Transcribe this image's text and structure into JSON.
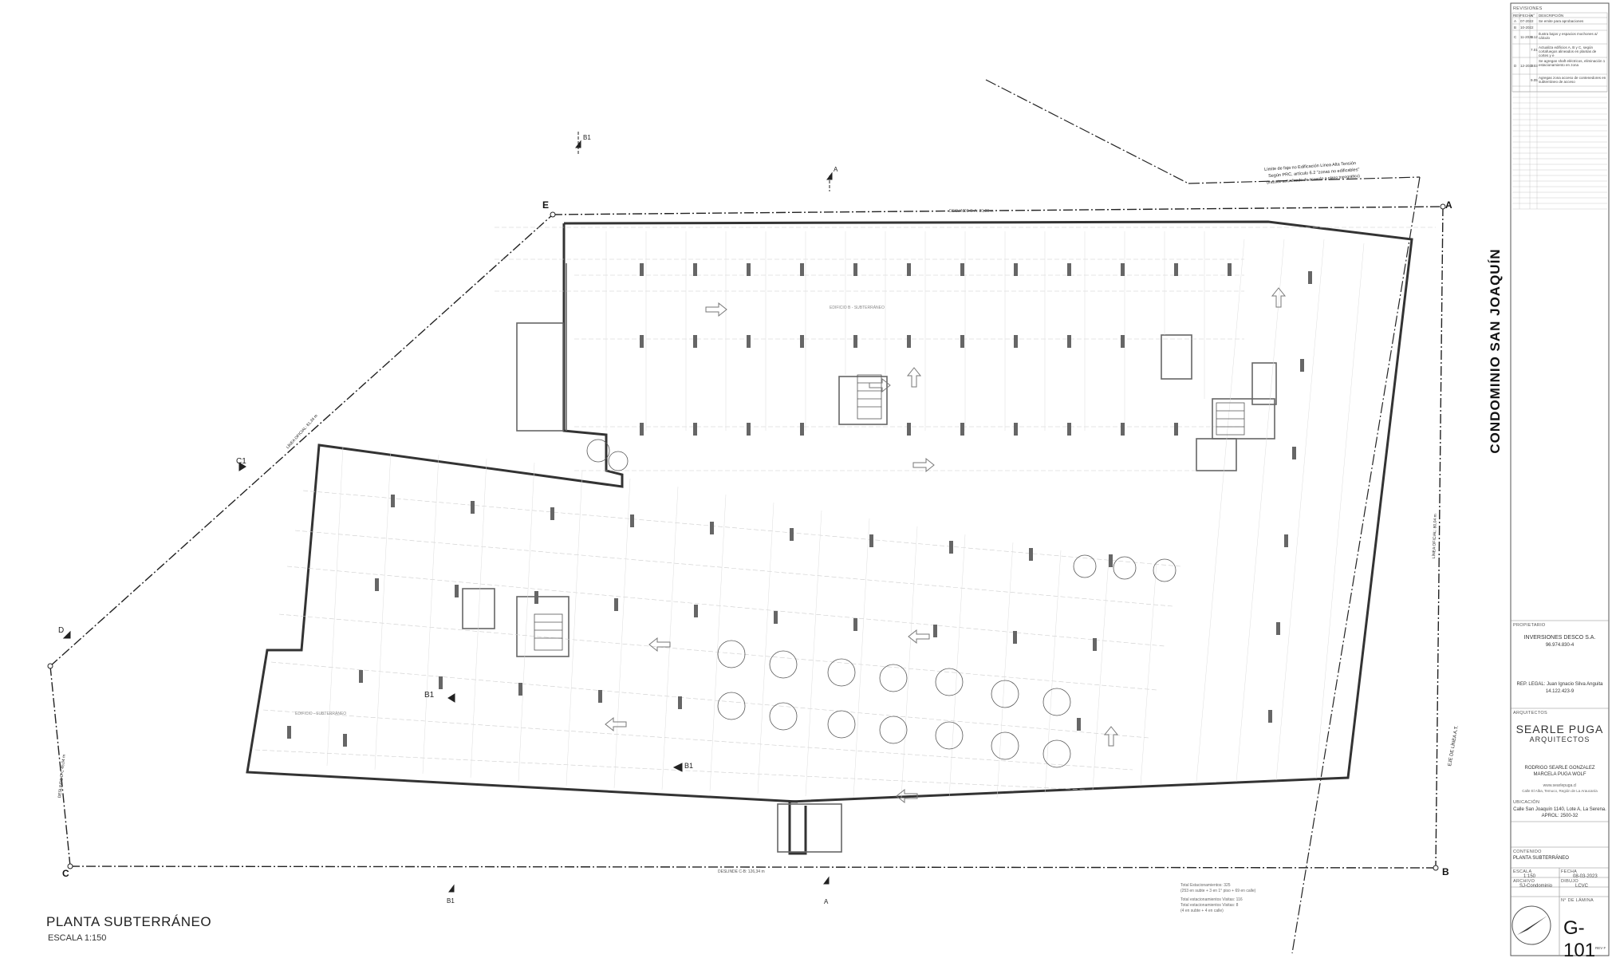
{
  "title_block": {
    "revisions_heading": "REVISIONES",
    "rev_headers": [
      "REV",
      "FECHA",
      "N°",
      "DESCRIPCIÓN"
    ],
    "rev_rows": [
      [
        "A",
        "07-2022",
        "",
        "Se emite para aprobaciones"
      ],
      [
        "B",
        "10-2022",
        "",
        ""
      ],
      [
        "C",
        "11-2022",
        "5.12",
        "Ilustra bajos y espacios mochones a/ cálculo"
      ],
      [
        "D",
        "12-2022",
        "7.01",
        "Actualiza edificios A, B y C, según cortafuegos alineados en plantas de cortes y e"
      ],
      [
        "",
        "",
        "7.03",
        "Se agregan shaft eléctricos, eliminación 1 estacionamiento en zona"
      ],
      [
        "",
        "",
        "9.05",
        "Agregas zona acceso de contenedores en subterráneo de acceso"
      ]
    ],
    "project_name": "CONDOMINIO SAN JOAQUÍN",
    "owner_label": "PROPIETARIO",
    "owner_name": "INVERSIONES DESCO S.A.",
    "owner_rut": "96.974.830-4",
    "legal_rep": "REP. LEGAL: Juan Ignacio Silva Anguita",
    "legal_rep_rut": "14.122.423-9",
    "architects_label": "ARQUITECTOS",
    "firm_name": "SEARLE PUGA",
    "firm_sub": "ARQUITECTOS",
    "architect_1": "RODRIGO SEARLE GONZALEZ",
    "architect_2": "MARCELA PUGA WOLF",
    "web": "www.searlepuga.cl",
    "firm_address": "Calle El Alba, Temuco, Región de La Araucanía",
    "location_label": "UBICACIÓN",
    "location_1": "Calle San Joaquín 1140, Lote A, La Serena.",
    "location_2": "APROL: 2500-32",
    "content_label": "CONTENIDO",
    "content_value": "PLANTA SUBTERRÁNEO",
    "scale_label": "ESCALA",
    "scale_value": "1:150",
    "date_label": "FECHA",
    "date_value": "08-03-2023",
    "file_label": "ARCHIVO",
    "file_value": "SJ-Condominio",
    "drawing_label": "DIBUJO",
    "drawing_value": "LCVC",
    "sheet_label": "N° DE LÁMINA",
    "sheet_number": "G-101",
    "sheet_rev": "REV F"
  },
  "plan": {
    "title": "PLANTA SUBTERRÁNEO",
    "scale": "ESCALA 1:150",
    "grid_points": {
      "A": "A",
      "B": "B",
      "C": "C",
      "E": "E"
    },
    "section_marks": {
      "a": "A",
      "b1": "B1",
      "c1": "C1",
      "d": "D"
    },
    "slab_label": "EDIFICIO B - SUBTERRÁNEO",
    "slab_label_2": "EDIFICIO - SUBTERRÁNEO",
    "dim_top": "DESLINDE E-A: 80,00 m",
    "dim_bottom": "DESLINDE C-B: 126,34 m",
    "setback_note_1": "Límite de faja no Edificación Línea Alta Tensión",
    "setback_note_2": "Según PRC, artículo 6.2 \"zonas no edificables\"",
    "setback_note_3": "(trazado actualizado de acuerdo a plano topográfico)",
    "right_axis_label": "EJE DE LÍNEA A.T.",
    "right_line_label": "LÍNEA OFICIAL: 80,04 m",
    "left_line_label": "LÍNEA OFICIAL: 81,34 m",
    "left_line_label_2": "DESLINDE D-C 45,04 m",
    "counts_1": "Total Estacionamientos: 325",
    "counts_2": "(253 en subte + 3 en 1° piso + 69 en calle)",
    "counts_3": "Total estacionamientos Visitas: 116",
    "counts_4": "Total estacionamientos Visitas: 8",
    "counts_5": "(4 en subte + 4 en calle)"
  }
}
